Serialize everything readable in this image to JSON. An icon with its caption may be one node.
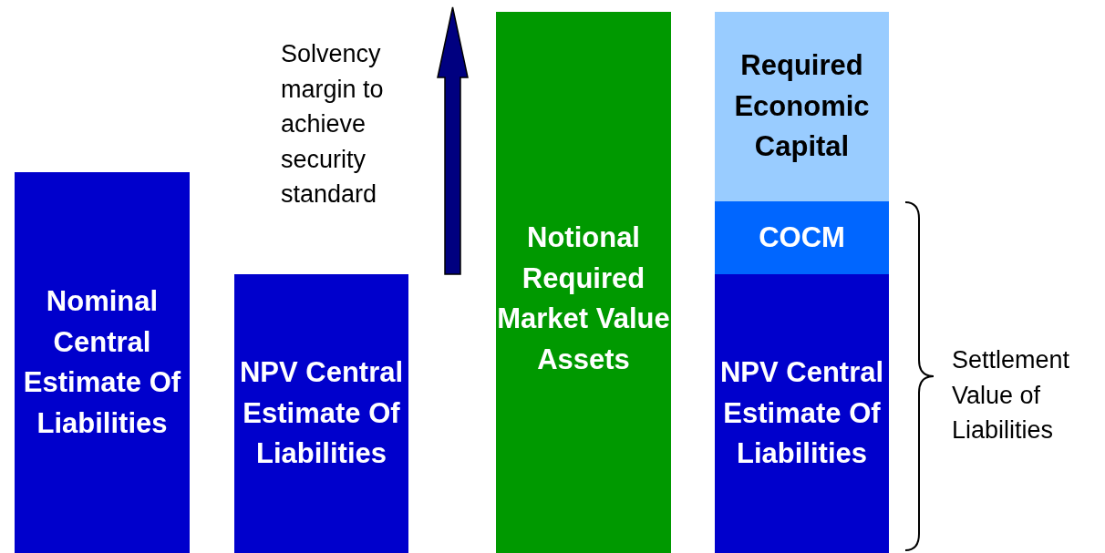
{
  "diagram": {
    "nodes": [
      {
        "text": [
          "Nominal Central Estimate Of Liabilities"
        ]
      },
      {
        "text": [
          "NPV Central Estimate Of Liabilities"
        ]
      },
      {
        "text": [
          "Notional Required Market Value Assets"
        ]
      },
      {
        "text": [
          "Required Economic Capital"
        ]
      },
      {
        "text": [
          "COCM"
        ]
      },
      {
        "text": [
          "NPV Central Estimate Of Liabilities"
        ]
      }
    ],
    "edges": [],
    "labels": [
      "Solvency margin to achieve security standard",
      "Settlement Value of Liabilities"
    ]
  }
}
